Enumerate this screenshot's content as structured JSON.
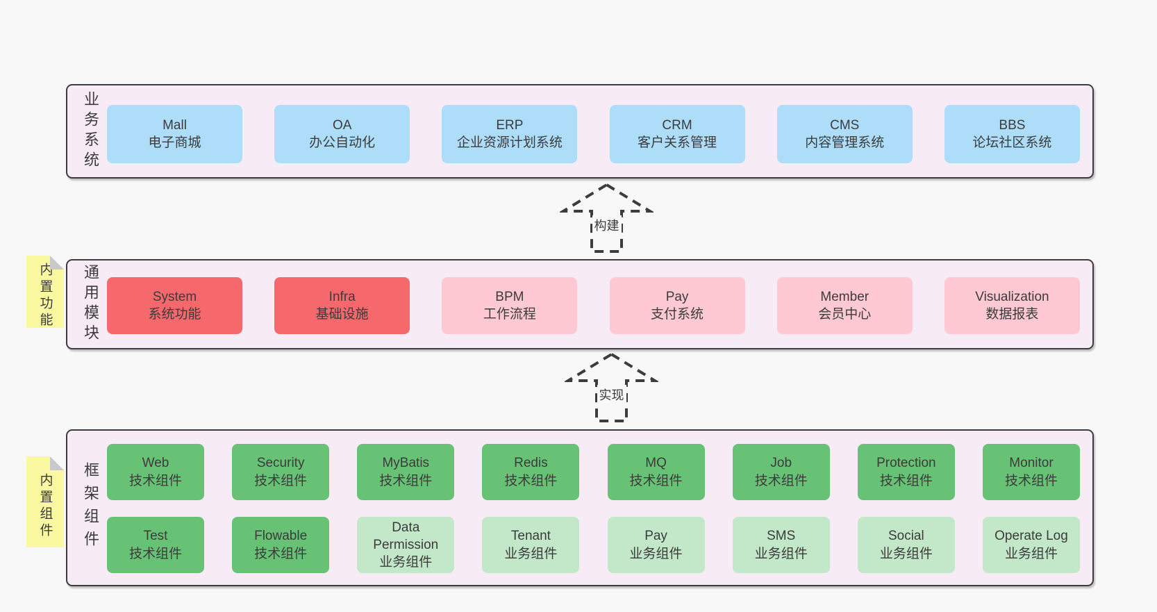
{
  "colors": {
    "page_bg": "#f8f8f8",
    "panel_bg": "#f7ecf5",
    "panel_border": "#3c3c3c",
    "text": "#3b3b3b",
    "box_blue": "#aeddfa",
    "box_red": "#f5696d",
    "box_pink": "#fec9d3",
    "box_green": "#68c275",
    "box_light_green": "#c3e8c9",
    "note_yellow": "#fbf8a2",
    "note_fold": "#c9c9c9"
  },
  "arrows": {
    "build": "构建",
    "implement": "实现"
  },
  "panels": {
    "business": {
      "label": "业务系统",
      "boxes": [
        {
          "en": "Mall",
          "zh": "电子商城"
        },
        {
          "en": "OA",
          "zh": "办公自动化"
        },
        {
          "en": "ERP",
          "zh": "企业资源计划系统"
        },
        {
          "en": "CRM",
          "zh": "客户关系管理"
        },
        {
          "en": "CMS",
          "zh": "内容管理系统"
        },
        {
          "en": "BBS",
          "zh": "论坛社区系统"
        }
      ]
    },
    "modules": {
      "label": "通用模块",
      "note": "内置功能",
      "boxes": [
        {
          "en": "System",
          "zh": "系统功能"
        },
        {
          "en": "Infra",
          "zh": "基础设施"
        },
        {
          "en": "BPM",
          "zh": "工作流程"
        },
        {
          "en": "Pay",
          "zh": "支付系统"
        },
        {
          "en": "Member",
          "zh": "会员中心"
        },
        {
          "en": "Visualization",
          "zh": "数据报表"
        }
      ]
    },
    "framework": {
      "label": "框架组件",
      "note": "内置组件",
      "row1": [
        {
          "en": "Web",
          "zh": "技术组件"
        },
        {
          "en": "Security",
          "zh": "技术组件"
        },
        {
          "en": "MyBatis",
          "zh": "技术组件"
        },
        {
          "en": "Redis",
          "zh": "技术组件"
        },
        {
          "en": "MQ",
          "zh": "技术组件"
        },
        {
          "en": "Job",
          "zh": "技术组件"
        },
        {
          "en": "Protection",
          "zh": "技术组件"
        },
        {
          "en": "Monitor",
          "zh": "技术组件"
        }
      ],
      "row2": [
        {
          "en": "Test",
          "zh": "技术组件"
        },
        {
          "en": "Flowable",
          "zh": "技术组件"
        },
        {
          "en": "Data Permission",
          "zh": "业务组件"
        },
        {
          "en": "Tenant",
          "zh": "业务组件"
        },
        {
          "en": "Pay",
          "zh": "业务组件"
        },
        {
          "en": "SMS",
          "zh": "业务组件"
        },
        {
          "en": "Social",
          "zh": "业务组件"
        },
        {
          "en": "Operate Log",
          "zh": "业务组件"
        }
      ]
    }
  }
}
